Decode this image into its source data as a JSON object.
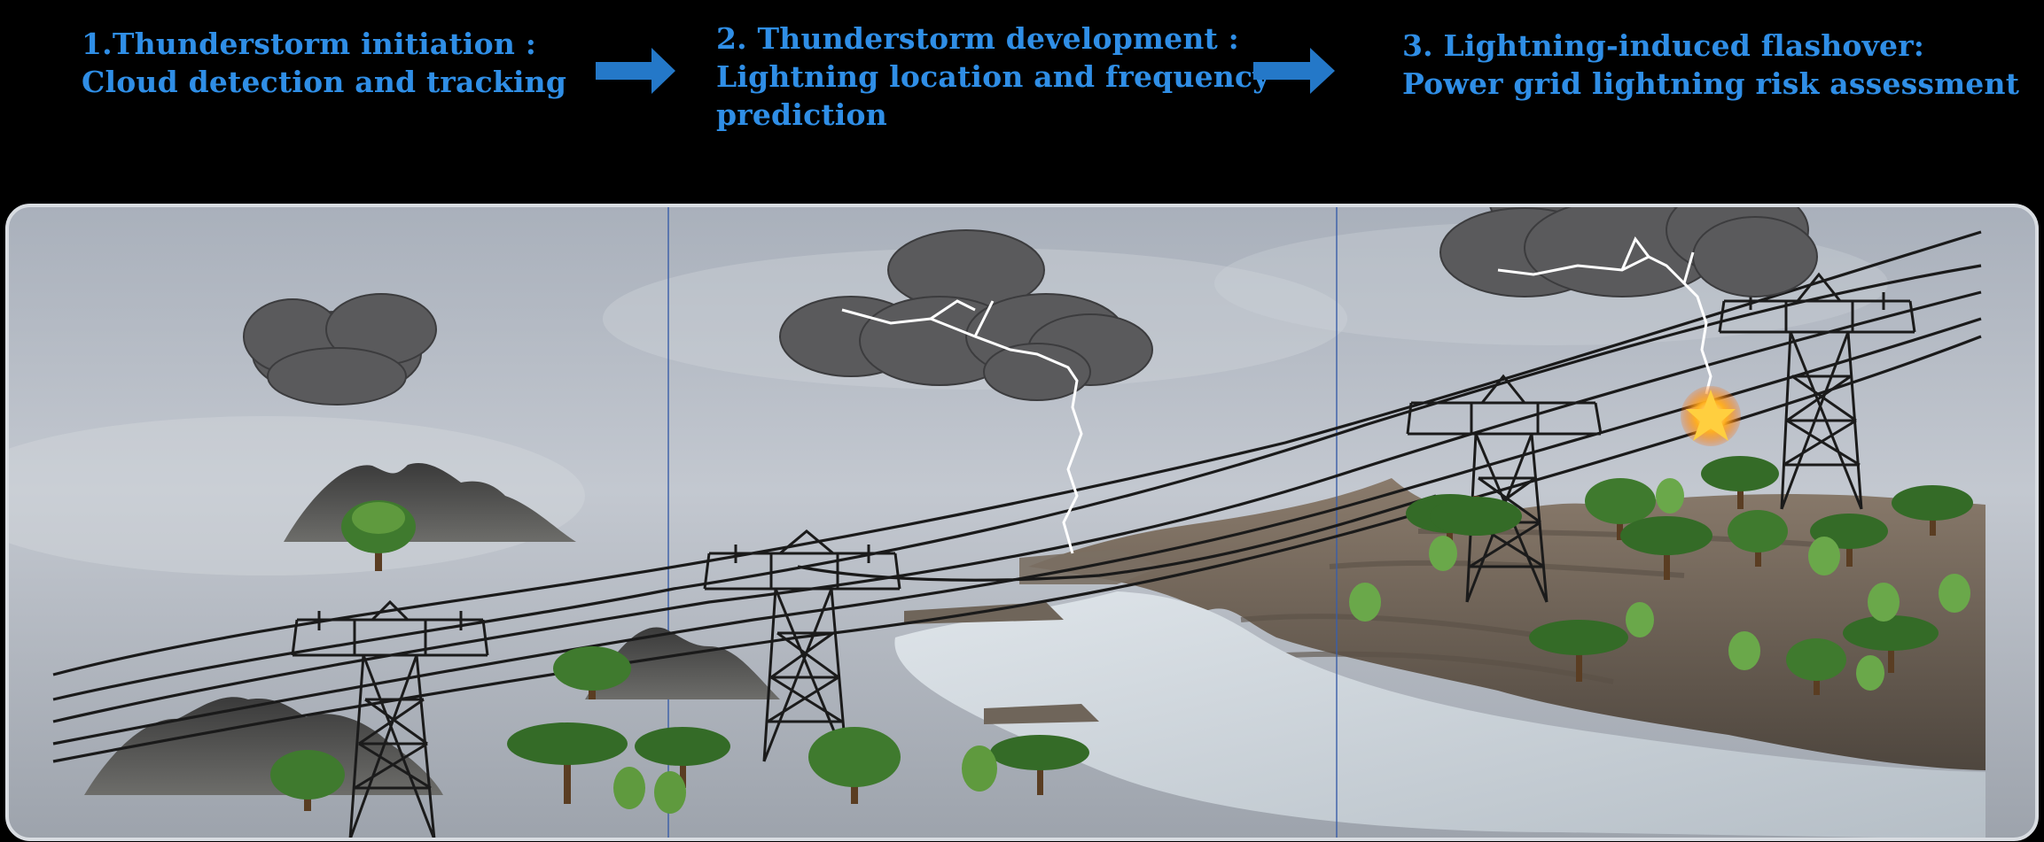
{
  "steps": [
    {
      "title": "1.Thunderstorm initiation :",
      "lines": [
        "Cloud detection and tracking"
      ]
    },
    {
      "title": "2. Thunderstorm development :",
      "lines": [
        "Lightning location and frequency",
        "prediction"
      ]
    },
    {
      "title": "3. Lightning-induced flashover:",
      "lines": [
        "Power grid lightning risk assessment"
      ]
    }
  ],
  "icons": {
    "arrow": "right-arrow-icon",
    "cloud": "storm-cloud-icon",
    "tower": "transmission-tower-icon",
    "tree": "tree-icon",
    "flash": "flashover-spark-icon"
  },
  "colors": {
    "title_blue": "#2f8ee6",
    "arrow_blue": "#2478c8",
    "sky": "#b9c0cb",
    "cloud": "#5a5a5c",
    "river": "#cfd6dc",
    "ground": "#6e6255",
    "tree": "#3f7a2e",
    "spark": "#ffb020"
  }
}
